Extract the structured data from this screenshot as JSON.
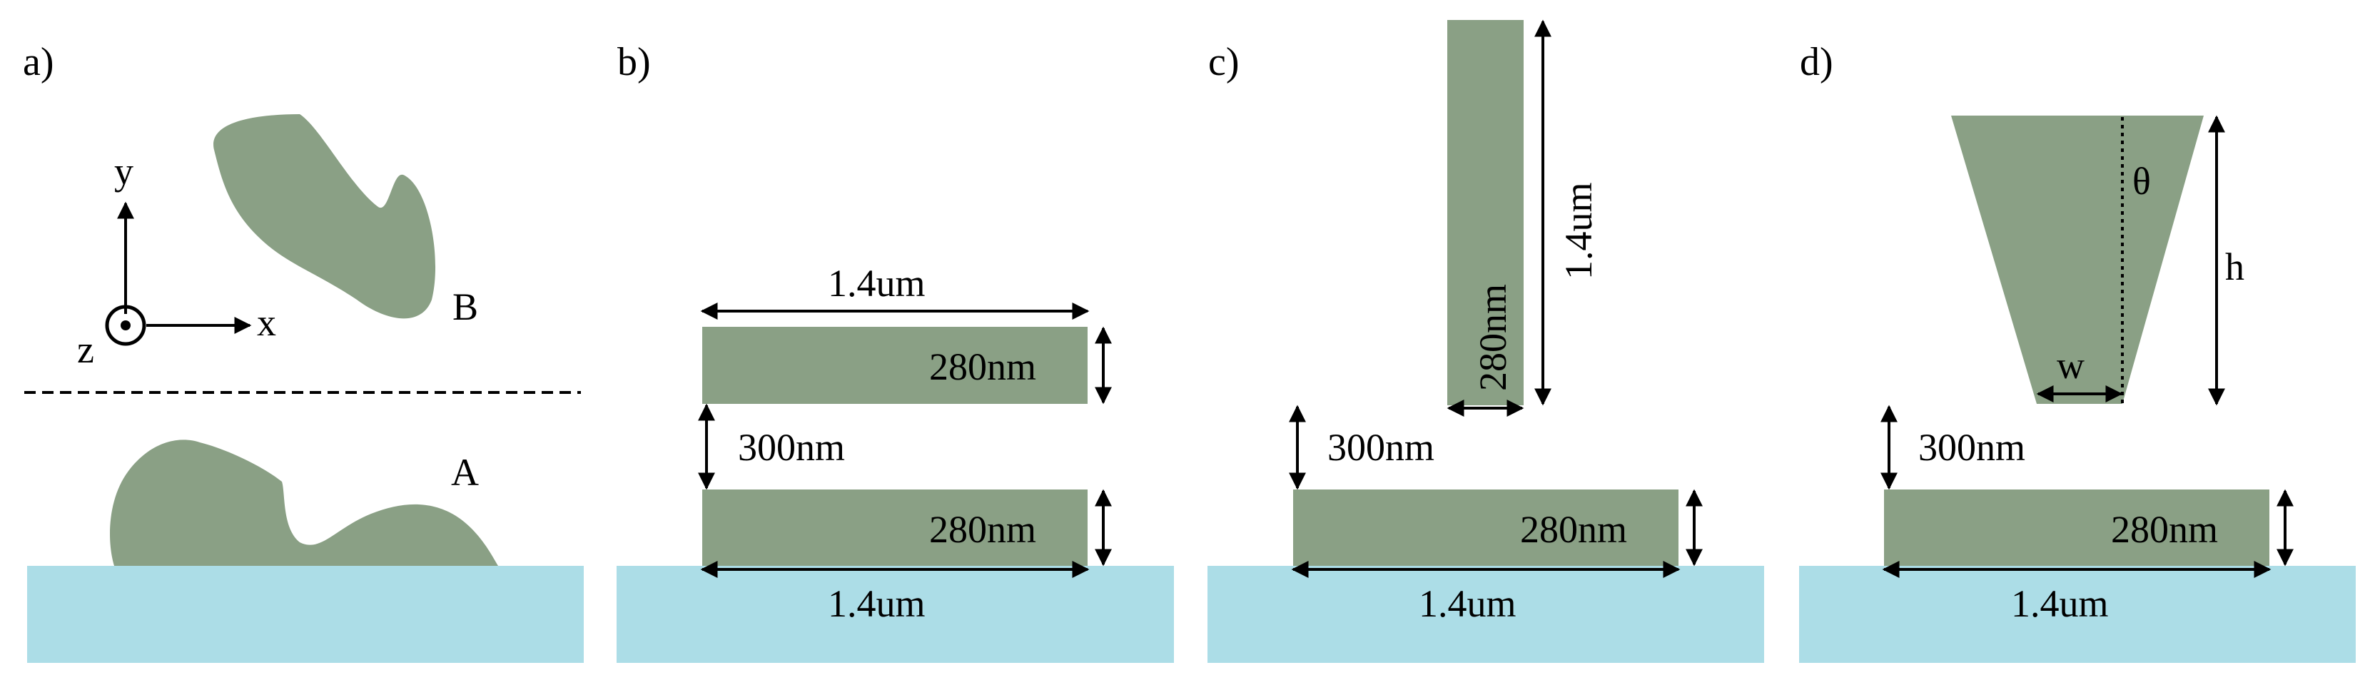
{
  "colors": {
    "structure": "#8aa085",
    "substrate": "#acdde7",
    "line": "#000000"
  },
  "panels": {
    "a": {
      "label": "a)",
      "axis_y": "y",
      "axis_x": "x",
      "axis_z": "z",
      "particle_b": "B",
      "particle_a": "A"
    },
    "b": {
      "label": "b)",
      "top_width": "1.4um",
      "top_thickness": "280nm",
      "gap": "300nm",
      "bottom_thickness": "280nm",
      "bottom_width": "1.4um"
    },
    "c": {
      "label": "c)",
      "pillar_height": "1.4um",
      "pillar_width": "280nm",
      "gap": "300nm",
      "bottom_thickness": "280nm",
      "bottom_width": "1.4um"
    },
    "d": {
      "label": "d)",
      "angle": "θ",
      "height": "h",
      "width": "w",
      "gap": "300nm",
      "bottom_thickness": "280nm",
      "bottom_width": "1.4um"
    }
  }
}
